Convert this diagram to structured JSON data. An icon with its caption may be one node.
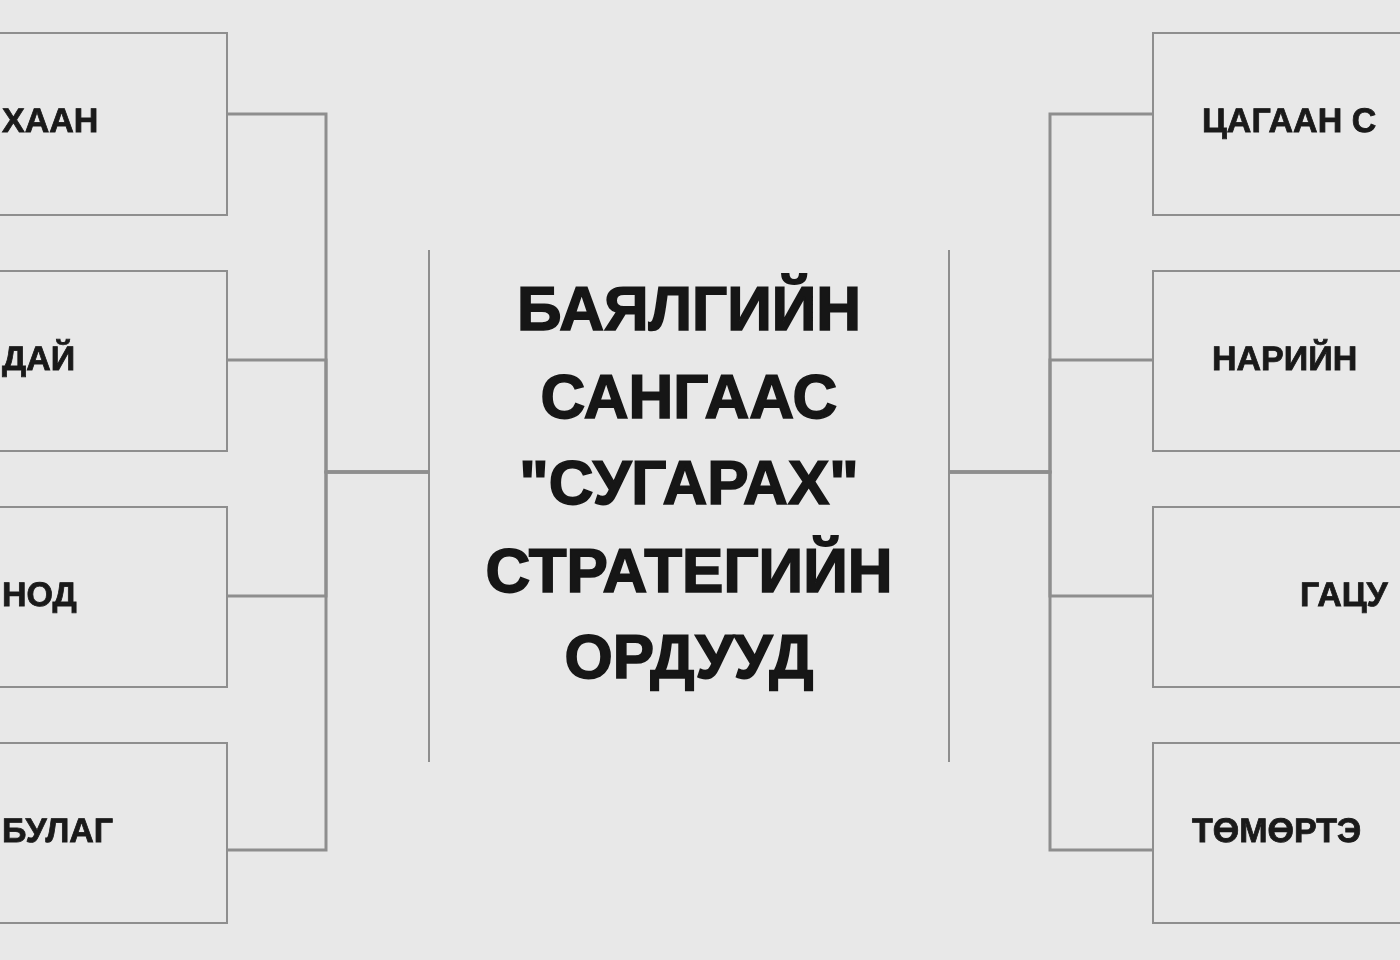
{
  "diagram": {
    "nodes": [
      {
        "text": [
          "ХААН"
        ]
      },
      {
        "text": [
          "ДАЙ"
        ]
      },
      {
        "text": [
          "НОД"
        ]
      },
      {
        "text": [
          "БУЛАГ"
        ]
      },
      {
        "text": [
          "БАЯЛГИЙН САНГААС \"СУГАРАХ\" СТРАТЕГИЙН ОРДУУД"
        ]
      },
      {
        "text": [
          "ЦАГААН С"
        ]
      },
      {
        "text": [
          "НАРИЙН"
        ]
      },
      {
        "text": [
          "ГАЦУ"
        ]
      },
      {
        "text": [
          "ТӨМӨРТЭ"
        ]
      }
    ],
    "edges": [
      {
        "from": 0,
        "to": 4,
        "arrow": "none"
      },
      {
        "from": 1,
        "to": 4,
        "arrow": "none"
      },
      {
        "from": 2,
        "to": 4,
        "arrow": "none"
      },
      {
        "from": 3,
        "to": 4,
        "arrow": "none"
      },
      {
        "from": 4,
        "to": 5,
        "arrow": "none"
      },
      {
        "from": 4,
        "to": 6,
        "arrow": "none"
      },
      {
        "from": 4,
        "to": 7,
        "arrow": "none"
      },
      {
        "from": 4,
        "to": 8,
        "arrow": "none"
      }
    ]
  }
}
